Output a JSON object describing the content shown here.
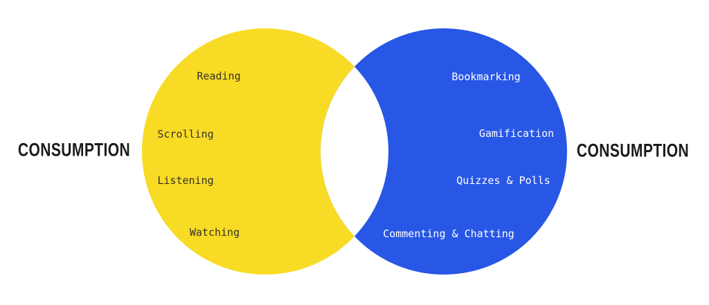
{
  "venn": {
    "left": {
      "label": "CONSUMPTION",
      "color": "#F8DB25",
      "text_color": "#33312A",
      "items": [
        "Reading",
        "Scrolling",
        "Listening",
        "Watching"
      ]
    },
    "right": {
      "label": "CONSUMPTION",
      "color": "#2857E5",
      "text_color": "#FFFFFF",
      "items": [
        "Bookmarking",
        "Gamification",
        "Quizzes & Polls",
        "Commenting & Chatting"
      ]
    },
    "overlap_color": "#FFFFFF",
    "label_color": "#1A1A1A"
  }
}
